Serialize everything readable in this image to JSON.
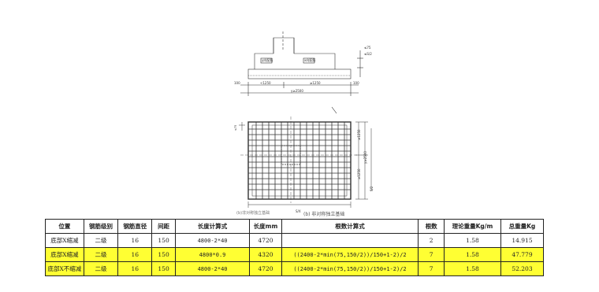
{
  "drawing": {
    "section_labels": [
      "y向配筋",
      "x向配筋"
    ],
    "section_dims": [
      "<1250",
      "≥1250",
      "y≥2500",
      "100",
      "100"
    ],
    "right_dims": [
      "≤75",
      "≤S/2"
    ],
    "plan_dims": [
      "≥1250",
      "≥1250",
      "y≥2500",
      "S/2",
      "≤75"
    ],
    "plan_bottom": "S/X",
    "caption": "(b) 非对称独立基础",
    "caption_left": "(b)非对称独立基础"
  },
  "table": {
    "headers": [
      "位置",
      "钢筋级别",
      "钢筋直径",
      "间距",
      "长度计算式",
      "长度mm",
      "根数计算式",
      "根数",
      "理论重量Kg/m",
      "总重量Kg"
    ],
    "rows": [
      {
        "cells": [
          "底部X缩减",
          "二级",
          "16",
          "150",
          "4800-2*40",
          "4720",
          "",
          "2",
          "1.58",
          "14.915"
        ],
        "highlight": false
      },
      {
        "cells": [
          "底部X缩减",
          "二级",
          "16",
          "150",
          "4800*0.9",
          "4320",
          "((2400-2*min(75,150/2))/150+1-2)/2",
          "7",
          "1.58",
          "47.779"
        ],
        "highlight": true
      },
      {
        "cells": [
          "底部X不缩减",
          "二级",
          "16",
          "150",
          "4800-2*40",
          "4720",
          "((2400-2*min(75,150/2))/150+1-2)/2",
          "7",
          "1.58",
          "52.203"
        ],
        "highlight": true
      }
    ]
  }
}
